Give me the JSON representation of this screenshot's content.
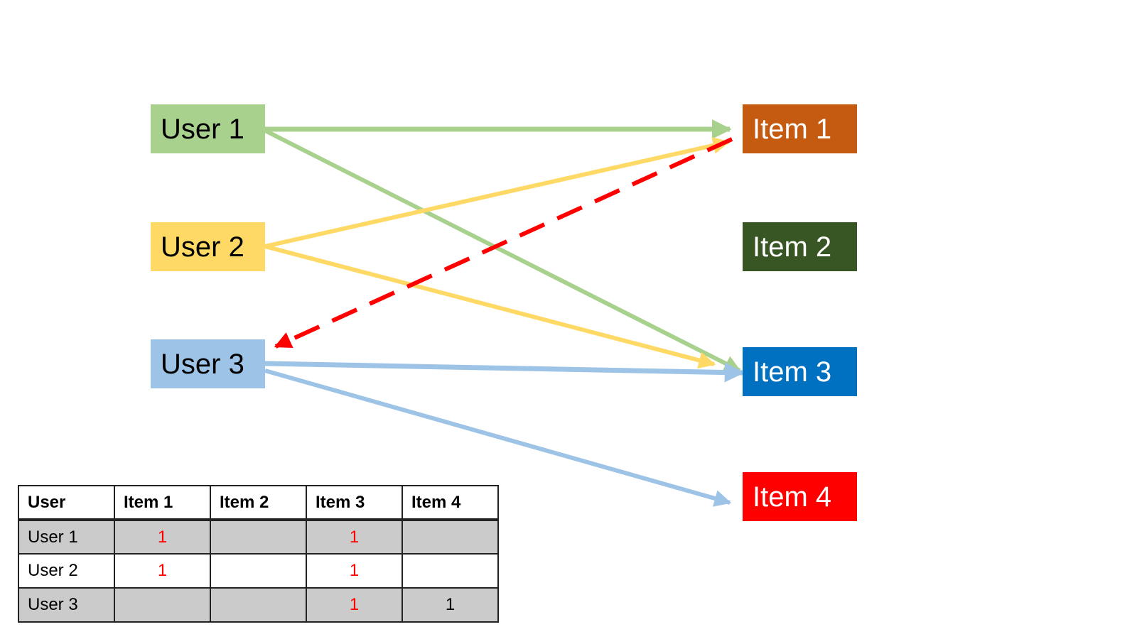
{
  "users": [
    {
      "label": "User 1",
      "color": "#a9d18e"
    },
    {
      "label": "User 2",
      "color": "#ffd966"
    },
    {
      "label": "User 3",
      "color": "#9dc3e6"
    }
  ],
  "items": [
    {
      "label": "Item 1",
      "color": "#c55a11"
    },
    {
      "label": "Item 2",
      "color": "#375623"
    },
    {
      "label": "Item 3",
      "color": "#0070c0"
    },
    {
      "label": "Item 4",
      "color": "#ff0000"
    }
  ],
  "edges": [
    {
      "from": "User 1",
      "to": "Item 1",
      "color": "#a9d18e",
      "style": "solid"
    },
    {
      "from": "User 1",
      "to": "Item 3",
      "color": "#a9d18e",
      "style": "solid"
    },
    {
      "from": "User 2",
      "to": "Item 1",
      "color": "#ffd966",
      "style": "solid"
    },
    {
      "from": "User 2",
      "to": "Item 3",
      "color": "#ffd966",
      "style": "solid"
    },
    {
      "from": "User 3",
      "to": "Item 3",
      "color": "#9dc3e6",
      "style": "solid"
    },
    {
      "from": "User 3",
      "to": "Item 4",
      "color": "#9dc3e6",
      "style": "solid"
    },
    {
      "from": "Item 1",
      "to": "User 3",
      "color": "#ff0000",
      "style": "dashed"
    }
  ],
  "table": {
    "headers": [
      "User",
      "Item 1",
      "Item 2",
      "Item 3",
      "Item 4"
    ],
    "rows": [
      {
        "cells": [
          "User 1",
          "1",
          "",
          "1",
          ""
        ],
        "shaded": true
      },
      {
        "cells": [
          "User 2",
          "1",
          "",
          "1",
          ""
        ],
        "shaded": false
      },
      {
        "cells": [
          "User 3",
          "",
          "",
          "1",
          "1"
        ],
        "shaded": true
      }
    ],
    "highlight_color": "#ff0000",
    "normal_color": "#000000",
    "highlighted_cells": [
      [
        0,
        1
      ],
      [
        0,
        3
      ],
      [
        1,
        1
      ],
      [
        1,
        3
      ],
      [
        2,
        3
      ]
    ]
  }
}
